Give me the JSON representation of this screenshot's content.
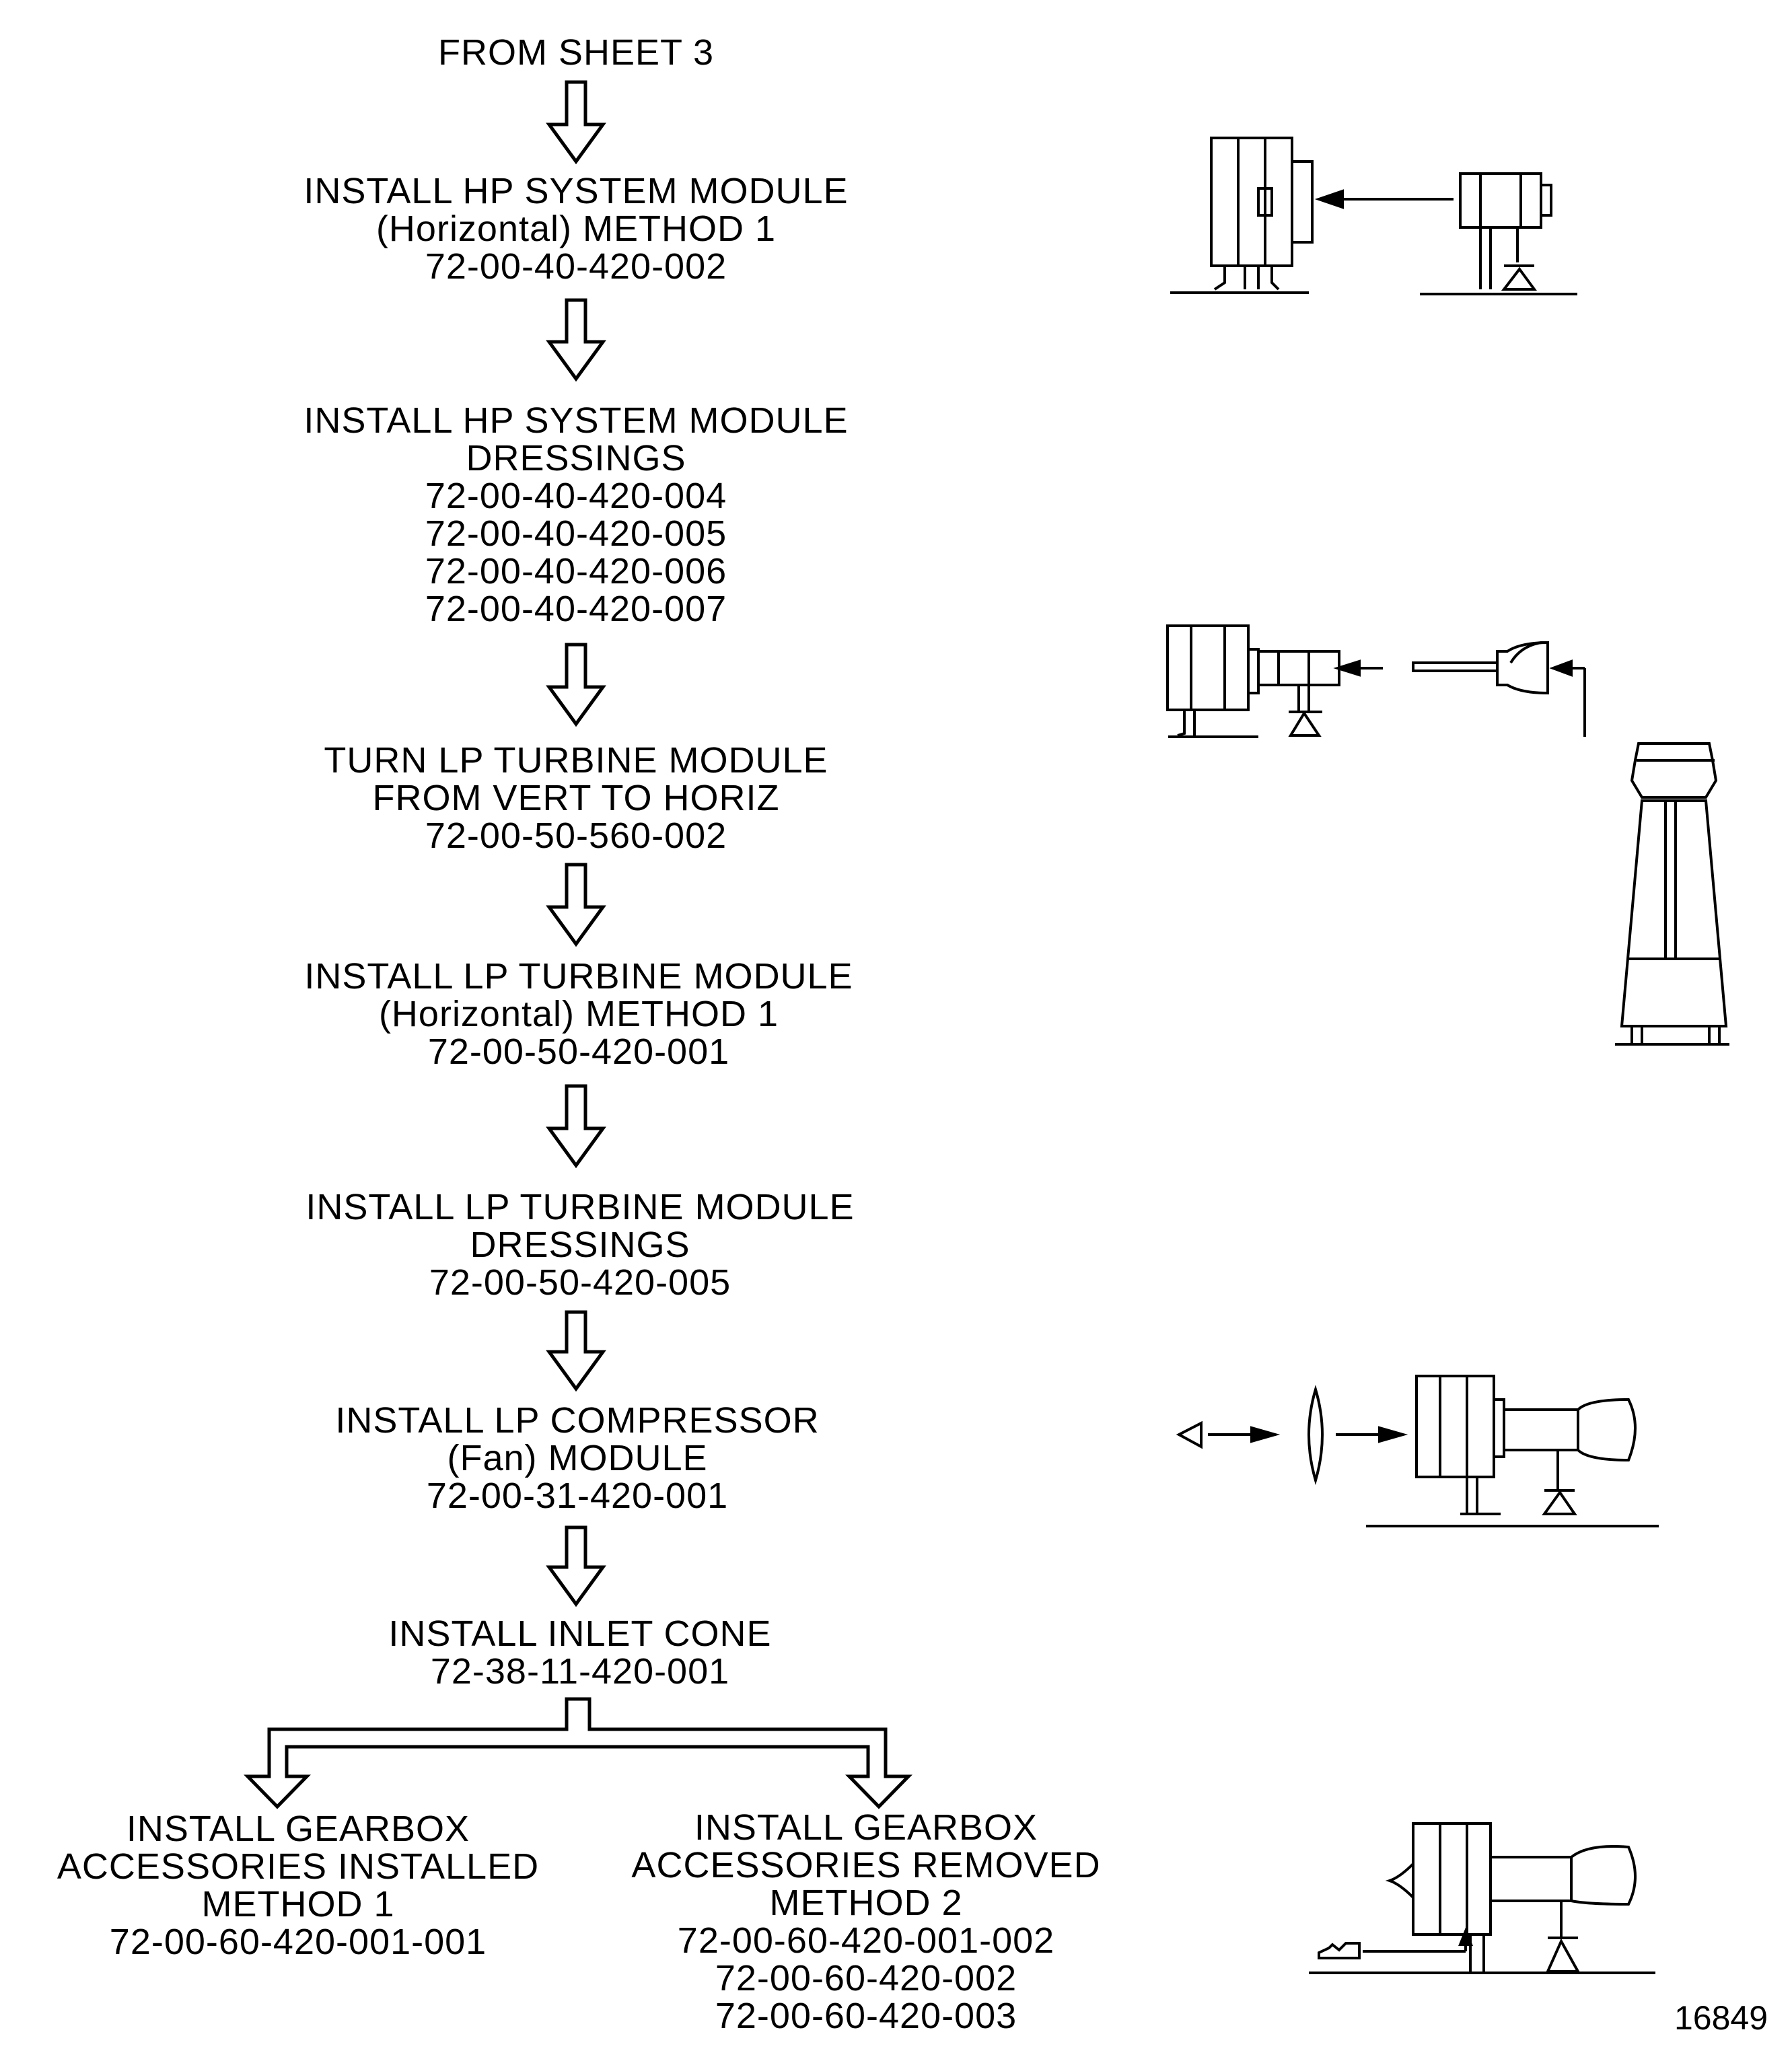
{
  "start": "FROM SHEET 3",
  "steps": [
    {
      "lines": [
        "INSTALL HP SYSTEM MODULE",
        "(Horizontal) METHOD 1",
        "72-00-40-420-002"
      ]
    },
    {
      "lines": [
        "INSTALL HP SYSTEM MODULE",
        "DRESSINGS",
        "72-00-40-420-004",
        "72-00-40-420-005",
        "72-00-40-420-006",
        "72-00-40-420-007"
      ]
    },
    {
      "lines": [
        "TURN LP TURBINE MODULE",
        "FROM VERT TO HORIZ",
        "72-00-50-560-002"
      ]
    },
    {
      "lines": [
        "INSTALL LP TURBINE MODULE",
        "(Horizontal) METHOD 1",
        "72-00-50-420-001"
      ]
    },
    {
      "lines": [
        "INSTALL LP TURBINE MODULE",
        "DRESSINGS",
        "72-00-50-420-005"
      ]
    },
    {
      "lines": [
        "INSTALL LP COMPRESSOR",
        "(Fan) MODULE",
        "72-00-31-420-001"
      ]
    },
    {
      "lines": [
        "INSTALL INLET CONE",
        "72-38-11-420-001"
      ]
    }
  ],
  "branches": [
    {
      "lines": [
        "INSTALL GEARBOX",
        "ACCESSORIES INSTALLED",
        "METHOD 1",
        "72-00-60-420-001-001"
      ]
    },
    {
      "lines": [
        "INSTALL GEARBOX",
        "ACCESSORIES REMOVED",
        "METHOD 2",
        "72-00-60-420-001-002",
        "72-00-60-420-002",
        "72-00-60-420-003"
      ]
    }
  ],
  "figure_number": "16849"
}
